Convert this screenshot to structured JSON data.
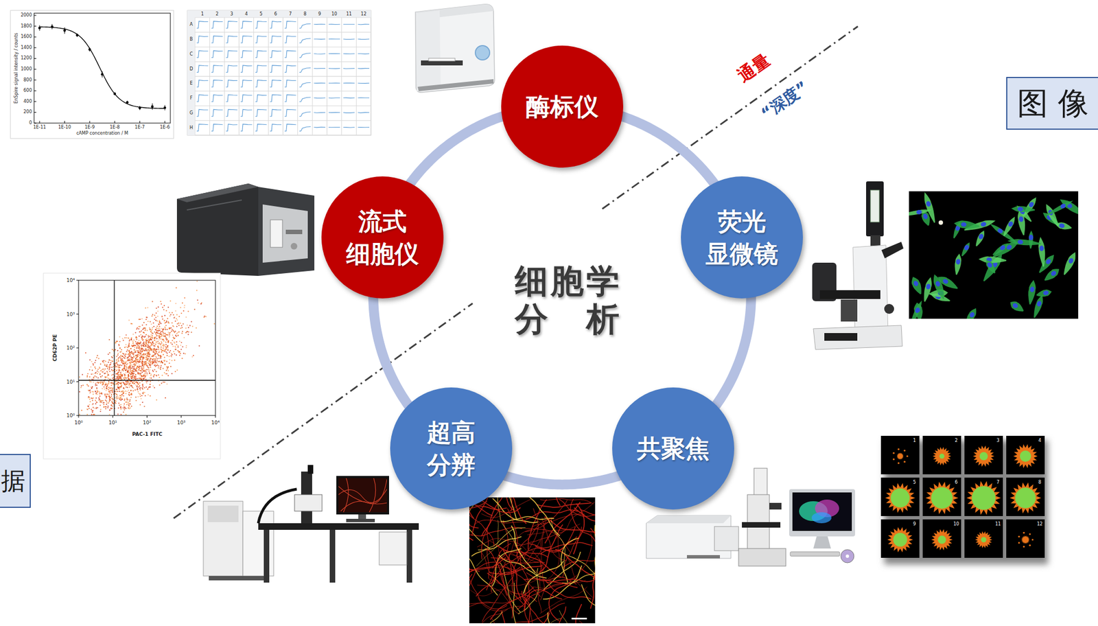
{
  "diagram": {
    "nodes": [
      {
        "text": [
          "酶标仪"
        ]
      },
      {
        "text": [
          "荧光 显微镜"
        ]
      },
      {
        "text": [
          "共聚焦"
        ]
      },
      {
        "text": [
          "超高 分辨"
        ]
      },
      {
        "text": [
          "流式 细胞仪"
        ]
      },
      {
        "text": [
          "图 像"
        ]
      },
      {
        "text": [
          "据"
        ]
      }
    ],
    "edges": [
      {
        "from": 0,
        "to": 1,
        "arrow": "none"
      },
      {
        "from": 1,
        "to": 2,
        "arrow": "none"
      },
      {
        "from": 2,
        "to": 3,
        "arrow": "none"
      },
      {
        "from": 3,
        "to": 4,
        "arrow": "none"
      },
      {
        "from": 4,
        "to": 0,
        "arrow": "none"
      }
    ],
    "labels": [
      "细胞学 分 析",
      "通量",
      "“深度”",
      "2000",
      "1800",
      "1600",
      "1400",
      "1200",
      "1000",
      "800",
      "600",
      "400",
      "200",
      "0",
      "1E-11",
      "1E-10",
      "1E-9",
      "1E-8",
      "1E-7",
      "1E-6",
      "EnSpire signal intensity / counts",
      "cAMP concentration / M",
      "1",
      "2",
      "3",
      "4",
      "5",
      "6",
      "7",
      "8",
      "9",
      "10",
      "11",
      "12",
      "A",
      "B",
      "C",
      "D",
      "E",
      "F",
      "G",
      "H",
      "10⁴",
      "10³",
      "10²",
      "10¹",
      "10⁰",
      "10⁰",
      "10¹",
      "10²",
      "10³",
      "10⁴",
      "CD62P PE",
      "PAC-1 FITC",
      "1",
      "2",
      "3",
      "4",
      "5",
      "6",
      "7",
      "8",
      "9",
      "10",
      "11",
      "12"
    ]
  }
}
